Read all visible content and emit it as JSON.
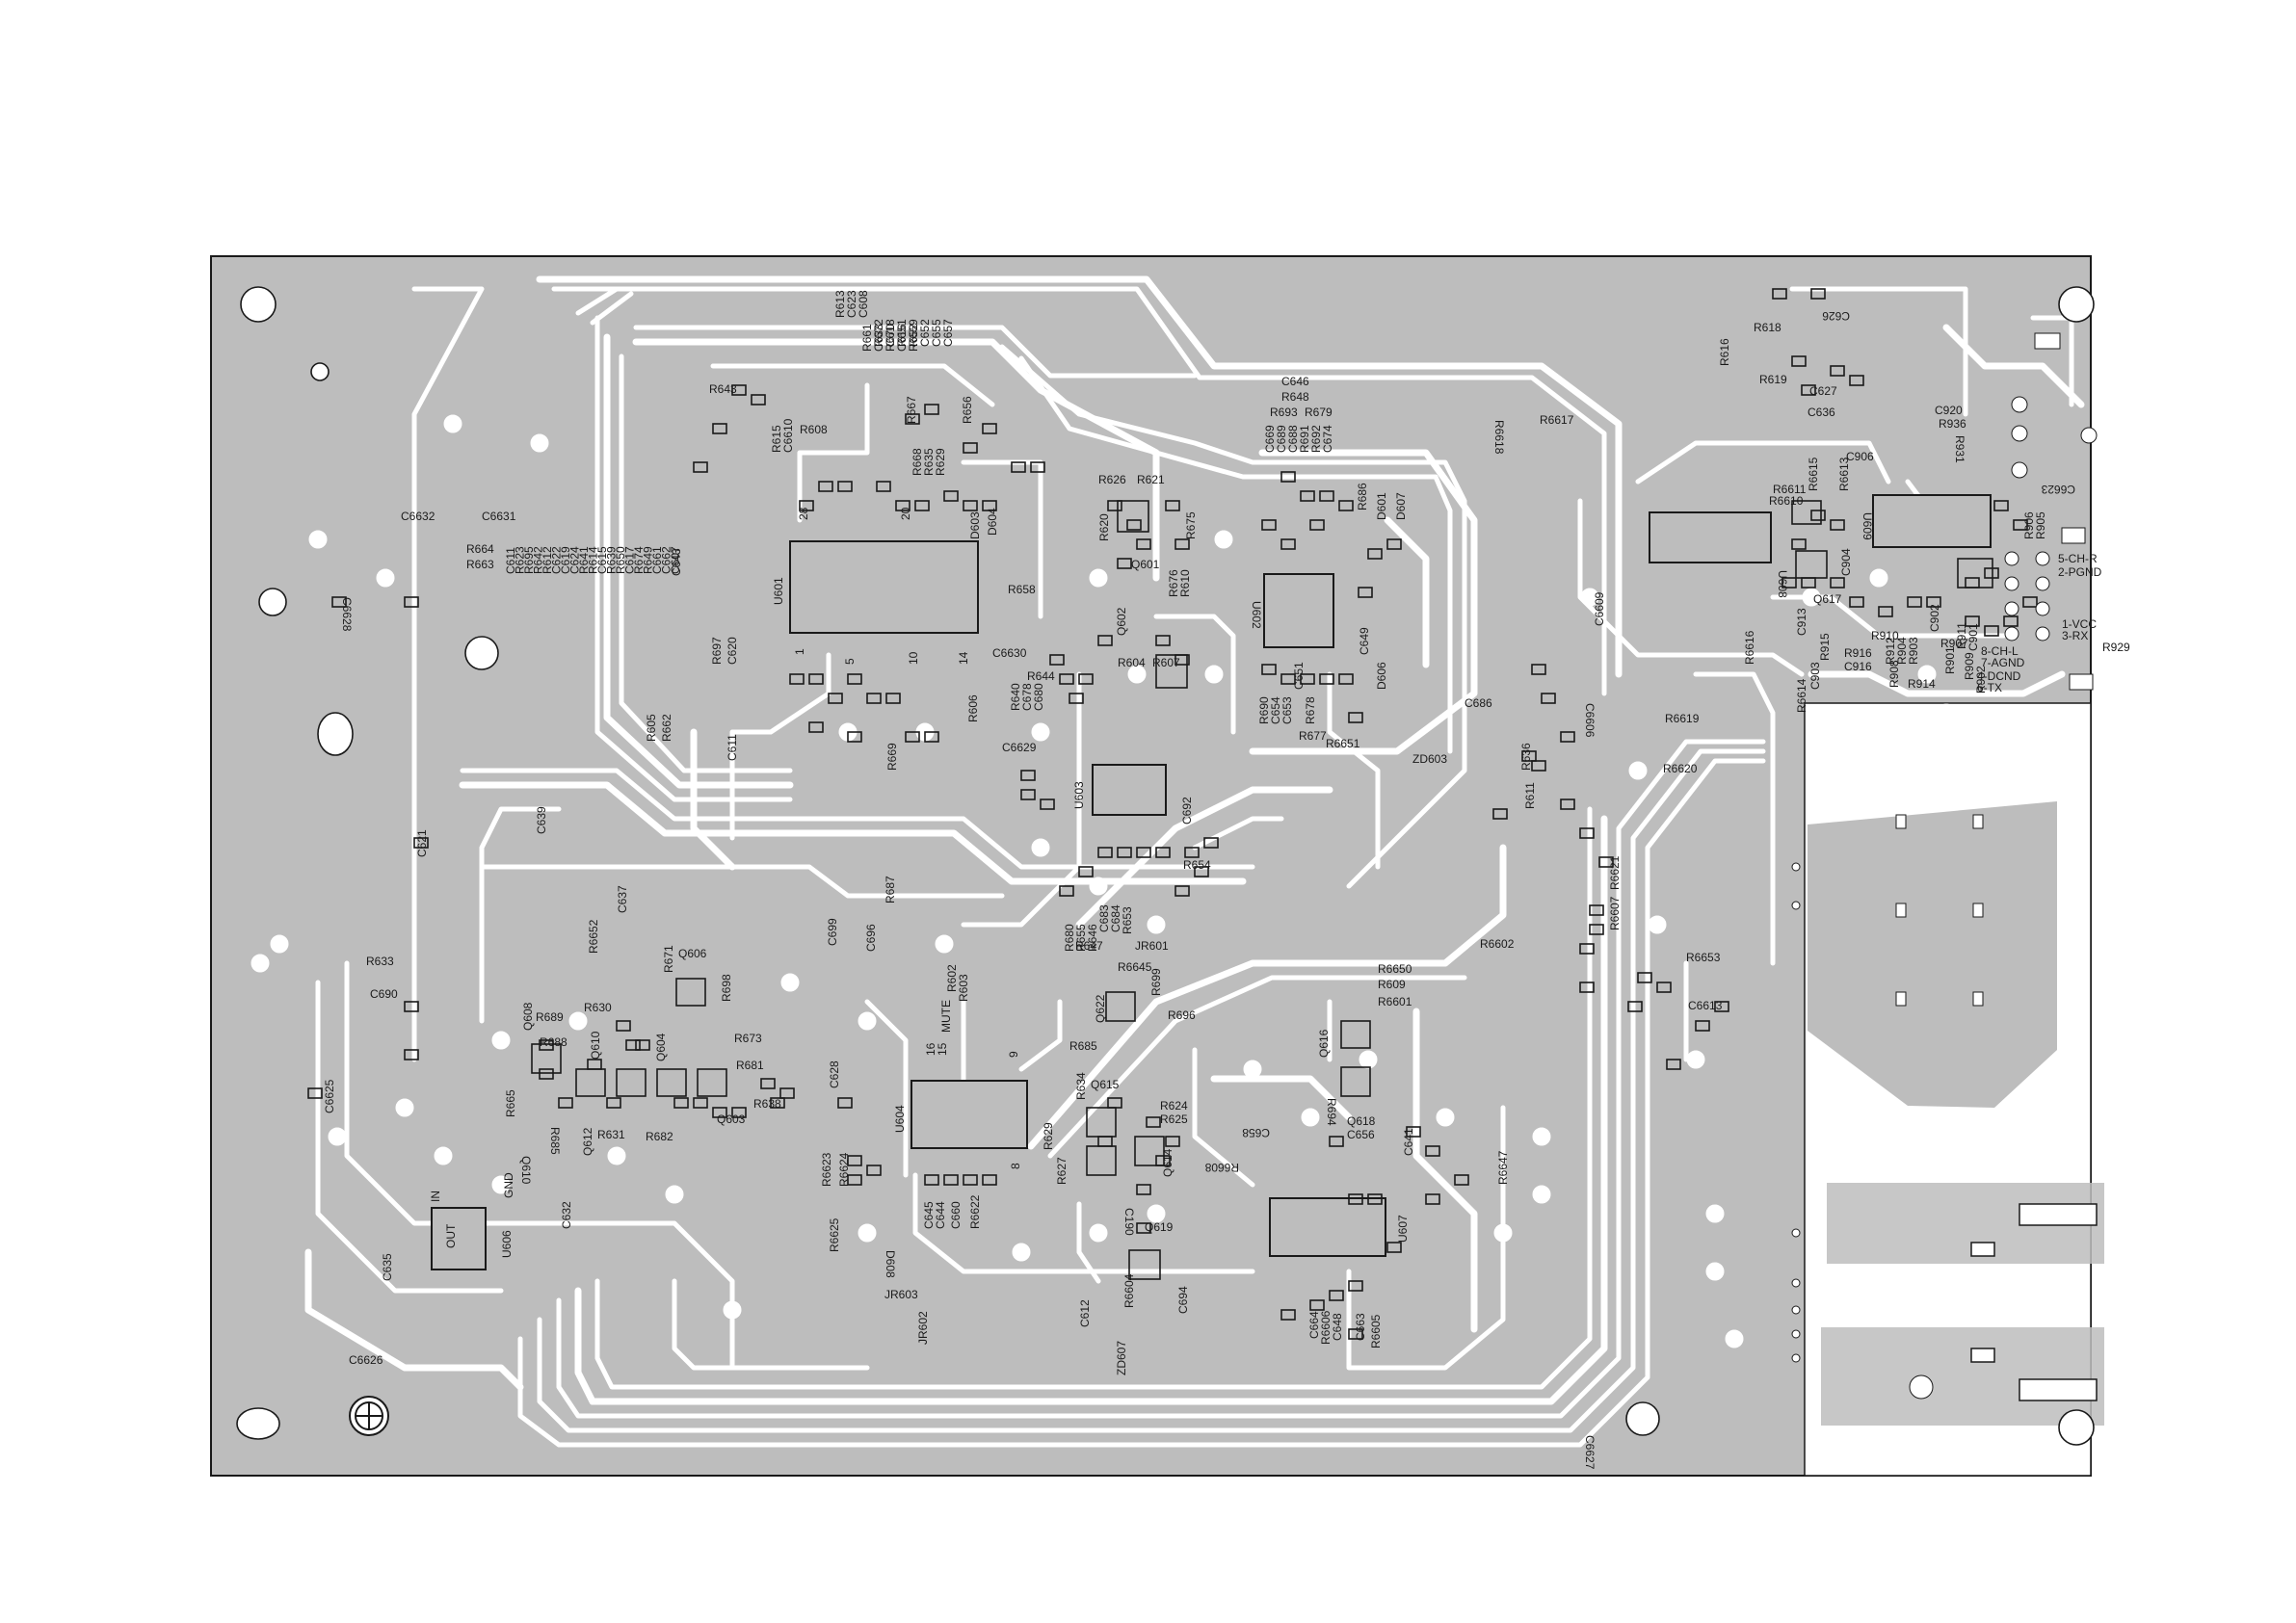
{
  "colors": {
    "board": "#bdbdbd",
    "copper": "#ffffff",
    "silk": "#1a1a1a",
    "page": "#ffffff",
    "module": "#c9c9c9"
  },
  "labels": {
    "top_column_left": [
      "R613",
      "C623",
      "C608"
    ],
    "top_column_1": [
      "R661",
      "C633",
      "R670",
      "C616",
      "R652"
    ],
    "top_column_2": [
      "R672",
      "C618",
      "R651"
    ],
    "top_column_3": [
      "R659",
      "C652"
    ],
    "top_column_4": [
      "C655",
      "C657"
    ],
    "c6632": "C6632",
    "c6631": "C6631",
    "r664": "R664",
    "r663": "R663",
    "left_column": [
      "C611",
      "R623",
      "R695",
      "R642",
      "R612",
      "C622",
      "C619",
      "C624",
      "R641",
      "R614",
      "C615",
      "R639",
      "R650",
      "C617",
      "R674",
      "R649",
      "C661",
      "C662",
      "C607"
    ],
    "c643": "C643",
    "c6628": "C6628",
    "r643": "R643",
    "r615": "R615",
    "c6610": "C6610",
    "r608": "R608",
    "r667": "R667",
    "r656": "R656",
    "r668": "R668",
    "r635": "R635",
    "r629_top": "R629",
    "d603": "D603",
    "d604": "D604",
    "u601": "U601",
    "r658": "R658",
    "r697": "R697",
    "c620": "C620",
    "r605": "R605",
    "r662": "R662",
    "c611b": "C611",
    "c6630": "C6630",
    "r644": "R644",
    "r640": "R640",
    "c678": "C678",
    "c680": "C680",
    "r606": "R606",
    "c6629": "C6629",
    "r669": "R669",
    "pin28": "28",
    "pin1": "1",
    "pin5": "5",
    "pin10": "10",
    "pin14": "14",
    "pin20": "20",
    "r626": "R626",
    "r621": "R621",
    "r620": "R620",
    "r675": "R675",
    "q601": "Q601",
    "r676": "R676",
    "r610": "R610",
    "q602": "Q602",
    "r604": "R604",
    "r607": "R607",
    "u603": "U603",
    "c692": "C692",
    "r654": "R654",
    "c646": "C646",
    "r648": "R648",
    "r693": "R693",
    "r679": "R679",
    "mid_column": [
      "C669",
      "C689",
      "C688",
      "R691",
      "R692",
      "C674"
    ],
    "r686": "R686",
    "d601": "D601",
    "d607": "D607",
    "u602": "U602",
    "c649": "C649",
    "d606": "D606",
    "r690": "R690",
    "c654": "C654",
    "c653": "C653",
    "c651": "C651",
    "r678": "R678",
    "r677": "R677",
    "r6651": "R6651",
    "r6618": "R6618",
    "r6617": "R6617",
    "c686": "C686",
    "zd603": "ZD603",
    "r611": "R611",
    "r636": "R636",
    "c6609": "C6609",
    "c6606": "C6606",
    "r6619": "R6619",
    "r6620": "R6620",
    "r618": "R618",
    "c626": "C626",
    "r619": "R619",
    "c627": "C627",
    "c636": "C636",
    "r616": "R616",
    "q616": "Q616",
    "c920": "C920",
    "r936": "R936",
    "r931": "R931",
    "c906": "C906",
    "r6611": "R6611",
    "r6610": "R6610",
    "r6615": "R6615",
    "r6613": "R6613",
    "u608": "U608",
    "u609": "U609",
    "r6616": "R6616",
    "r6614": "R6614",
    "c903": "C903",
    "c913": "C913",
    "c904": "C904",
    "q617": "Q617",
    "r915": "R915",
    "r916": "R916",
    "c916": "C916",
    "r910": "R910",
    "r912": "R912",
    "r904": "R904",
    "r914": "R914",
    "r903": "R903",
    "r908": "R908",
    "r907": "R907",
    "r909": "R909",
    "r902": "R902",
    "c902": "C902",
    "r901": "R901",
    "r911": "R911",
    "c901": "C901",
    "r906": "R906",
    "r905": "R905",
    "c6623": "C6623",
    "connector_pins": [
      "5-CH-R",
      "2-PGND",
      "1-VCC",
      "3-RX",
      "8-CH-L",
      "7-AGND",
      "4-DCND",
      "6-TX"
    ],
    "r929": "R929",
    "c639": "C639",
    "c621": "C621",
    "r633": "R633",
    "c690": "C690",
    "r6652": "R6652",
    "c637": "C637",
    "r671": "R671",
    "q606": "Q606",
    "r698": "R698",
    "r630": "R630",
    "q608": "Q608",
    "r689": "R689",
    "r688": "R688",
    "q610": "Q610",
    "q604": "Q604",
    "r673": "R673",
    "r681": "R681",
    "r638": "R638",
    "q603": "Q603",
    "r682": "R682",
    "r631": "R631",
    "q612": "Q612",
    "r665": "R665",
    "r685b": "R685",
    "c6625": "C6625",
    "r699": "R699",
    "c628": "C628",
    "c699": "C699",
    "c696": "C696",
    "r687": "R687",
    "r602": "R602",
    "mute": "MUTE",
    "r603": "R603",
    "r680": "R680",
    "r655": "R655",
    "r646": "R646",
    "c683": "C683",
    "c684": "C684",
    "r647": "R647",
    "r653": "R653",
    "jr601": "JR601",
    "r6645": "R6645",
    "r699b": "R699",
    "r696": "R696",
    "q622": "Q622",
    "r685": "R685",
    "u604": "U604",
    "pin16": "16",
    "pin15": "15",
    "pin9": "9",
    "pin8": "8",
    "r634": "R634",
    "q615": "Q615",
    "r624": "R624",
    "r625": "R625",
    "r627": "R627",
    "r629": "R629",
    "q614": "Q614",
    "c190": "C190",
    "c645": "C645",
    "c644": "C644",
    "c660": "C660",
    "r6622": "R6622",
    "r6623": "R6623",
    "r6624": "R6624",
    "r6625": "R6625",
    "d608": "D608",
    "q619": "Q619",
    "r6604": "R6604",
    "c694": "C694",
    "c612": "C612",
    "zd607": "ZD607",
    "jr603": "JR603",
    "jr602": "JR602",
    "r6650": "R6650",
    "r609": "R609",
    "r6601": "R6601",
    "q616b": "Q616",
    "q618": "Q618",
    "r694": "R694",
    "c658": "C658",
    "c656": "C656",
    "r6608": "R6608",
    "c641": "C641",
    "u607": "U607",
    "c664": "C664",
    "r6606": "R6606",
    "c648": "C648",
    "c663": "C663",
    "r6605": "R6605",
    "r6647": "R6647",
    "r6602": "R6602",
    "r6607": "R6607",
    "r6621": "R6621",
    "r6653": "R6653",
    "c6613": "C6613",
    "u606": "U606",
    "in": "IN",
    "gnd": "GND",
    "out": "OUT",
    "c632": "C632",
    "c635": "C635",
    "q610b": "Q610",
    "c6626": "C6626",
    "c6627": "C6627"
  },
  "icons": {
    "mount_holes": "mounting-hole-icon",
    "regulator": "regulator-icon",
    "ic": "ic-package-icon"
  }
}
